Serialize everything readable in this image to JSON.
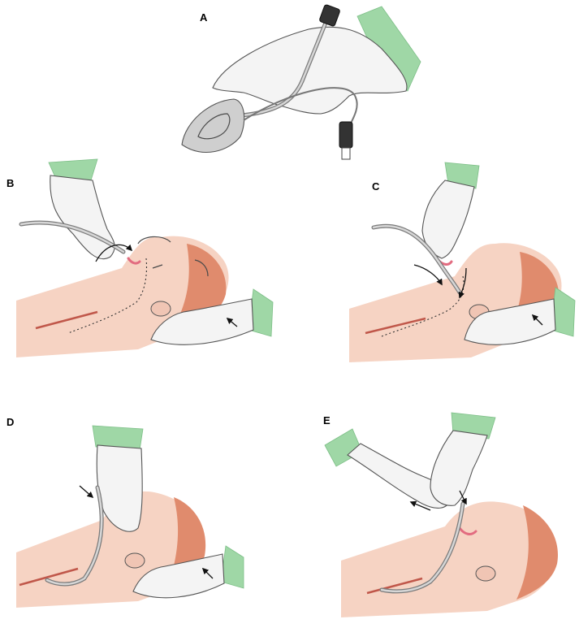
{
  "panels": [
    {
      "id": "A",
      "label": "A"
    },
    {
      "id": "B",
      "label": "B"
    },
    {
      "id": "C",
      "label": "C"
    },
    {
      "id": "D",
      "label": "D"
    },
    {
      "id": "E",
      "label": "E"
    }
  ],
  "colors": {
    "glove": "#f4f4f4",
    "cuff": "#9fd7a6",
    "skin": "#f6d3c3",
    "skin_shadow": "#e08b6d",
    "lips": "#e26c80",
    "tube": "#7b7b7b"
  }
}
